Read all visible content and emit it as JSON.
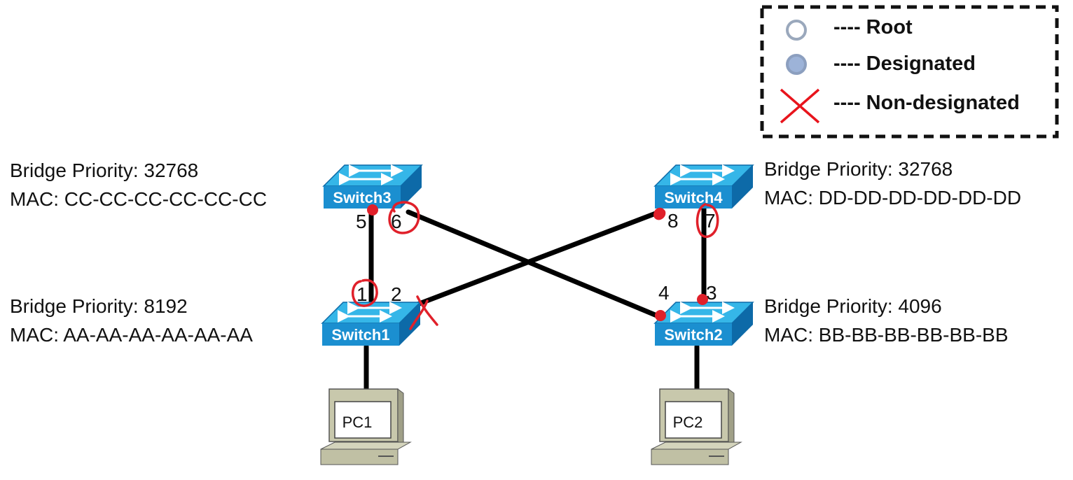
{
  "legend": {
    "root": "---- Root",
    "designated": "---- Designated",
    "non_designated": "---- Non-designated",
    "colors": {
      "root_stroke": "#9aa8bc",
      "designated_fill": "#9db3d8",
      "x_color": "#e8141c"
    }
  },
  "switches": {
    "switch1": {
      "name": "Switch1",
      "priority": "Bridge Priority: 8192",
      "mac": "MAC: AA-AA-AA-AA-AA-AA"
    },
    "switch2": {
      "name": "Switch2",
      "priority": "Bridge Priority: 4096",
      "mac": "MAC: BB-BB-BB-BB-BB-BB"
    },
    "switch3": {
      "name": "Switch3",
      "priority": "Bridge Priority: 32768",
      "mac": "MAC: CC-CC-CC-CC-CC-CC"
    },
    "switch4": {
      "name": "Switch4",
      "priority": "Bridge Priority: 32768",
      "mac": "MAC: DD-DD-DD-DD-DD-DD"
    }
  },
  "ports": {
    "p1": "1",
    "p2": "2",
    "p3": "3",
    "p4": "4",
    "p5": "5",
    "p6": "6",
    "p7": "7",
    "p8": "8"
  },
  "pcs": {
    "pc1": "PC1",
    "pc2": "PC2"
  },
  "colors": {
    "switch_top": "#35b6e8",
    "switch_front": "#1b8fd0",
    "switch_side": "#0d6aa8",
    "annotation": "#e0202a"
  }
}
